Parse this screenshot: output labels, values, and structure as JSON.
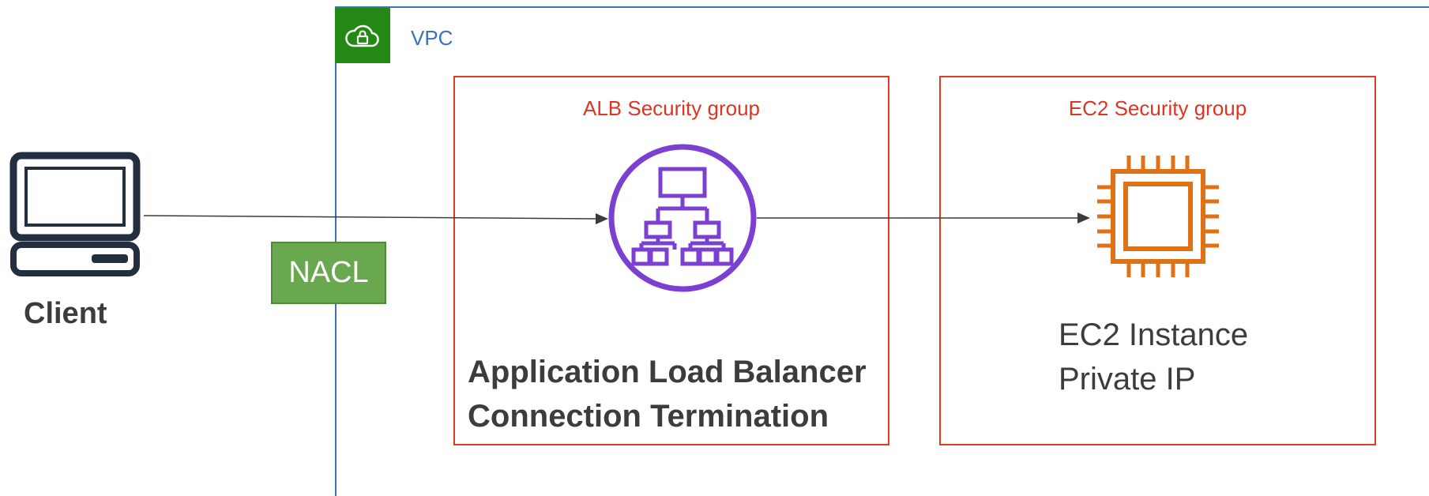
{
  "vpc": {
    "label": "VPC",
    "icon": "cloud-lock-icon",
    "border_color": "#3f6fbf",
    "badge_color": "#248814"
  },
  "client": {
    "label": "Client",
    "icon": "laptop-icon"
  },
  "nacl": {
    "label": "NACL",
    "fill_color": "#6aa84f"
  },
  "alb_security_group": {
    "title": "ALB Security group",
    "border_color": "#e03c20"
  },
  "alb": {
    "icon": "application-load-balancer-icon",
    "icon_color": "#7b3fd1",
    "caption_line1": "Application Load Balancer",
    "caption_line2": "Connection Termination"
  },
  "ec2_security_group": {
    "title": "EC2 Security group",
    "border_color": "#e03c20"
  },
  "ec2": {
    "icon": "ec2-instance-chip-icon",
    "icon_color": "#e07114",
    "caption_line1": "EC2 Instance",
    "caption_line2": "Private IP"
  }
}
